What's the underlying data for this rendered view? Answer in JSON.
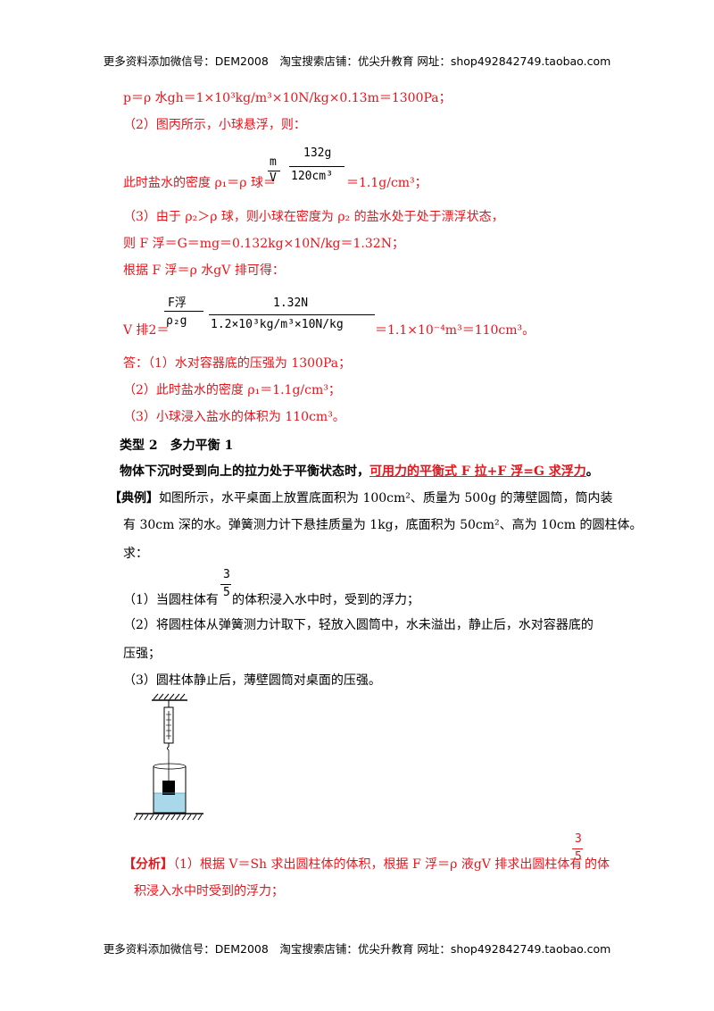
{
  "header": {
    "text": "更多资料添加微信号：DEM2008　淘宝搜索店铺：优尖升教育 网址：shop492842749.taobao.com"
  },
  "footer": {
    "text": "更多资料添加微信号：DEM2008　淘宝搜索店铺：优尖升教育 网址：shop492842749.taobao.com"
  },
  "lines": {
    "l1": "p＝ρ 水gh＝1×10³kg/m³×10N/kg×0.13m＝1300Pa；",
    "l2": "（2）图丙所示，小球悬浮，则：",
    "l3a": "此时盐水的密度 ρ₁＝ρ 球＝",
    "l3b": "＝1.1g/cm³；",
    "l4": "（3）由于 ρ₂＞ρ 球，则小球在密度为 ρ₂ 的盐水处于处于漂浮状态，",
    "l5": "则 F 浮＝G＝mg＝0.132kg×10N/kg＝1.32N；",
    "l6": "根据 F 浮＝ρ 水gV 排可得：",
    "l7a": "V 排2＝",
    "l7b": "＝1.1×10⁻⁴m³＝110cm³。",
    "ans1": "答：（1）水对容器底的压强为 1300Pa；",
    "ans2": "（2）此时盐水的密度 ρ₁＝1.1g/cm³；",
    "ans3": "（3）小球浸入盐水的体积为 110cm³。",
    "type2": "类型 2　多力平衡 1",
    "rule_a": "物体下沉时受到向上的拉力处于平衡状态时，",
    "rule_b": "可用力的平衡式 F 拉+F 浮=G 求浮力",
    "rule_c": "。",
    "ex_tag": "【典例】",
    "ex1": "如图所示，水平桌面上放置底面积为 100cm²、质量为 500g 的薄壁圆筒，筒内装",
    "ex2": "有 30cm 深的水。弹簧测力计下悬挂质量为 1kg，底面积为 50cm²、高为 10cm 的圆柱体。",
    "ex3": "求：",
    "q1a": "（1）当圆柱体有",
    "q1b": "的体积浸入水中时，受到的浮力；",
    "q2a": "（2）将圆柱体从弹簧测力计取下，轻放入圆筒中，水未溢出，静止后，水对容器底的",
    "q2b": "压强；",
    "q3": "（3）圆柱体静止后，薄壁圆筒对桌面的压强。",
    "an_tag": "【分析】",
    "an1a": "（1）根据 V＝Sh 求出圆柱体的体积，根据 F 浮＝ρ 液gV 排求出圆柱体有",
    "an1b": "的体",
    "an2": "积浸入水中时受到的浮力；"
  },
  "fractions": {
    "mv_num": "m",
    "mv_den": "V",
    "g_num": "132g",
    "g_den": "120cm³",
    "fp_num": "F浮",
    "fp_den": "ρ₂g",
    "n_num": "1.32N",
    "n_den": "1.2×10³kg/m³×10N/kg",
    "t_num": "3",
    "t_den": "5"
  },
  "colors": {
    "red": "#e8141b",
    "water": "#a8d8ea"
  }
}
